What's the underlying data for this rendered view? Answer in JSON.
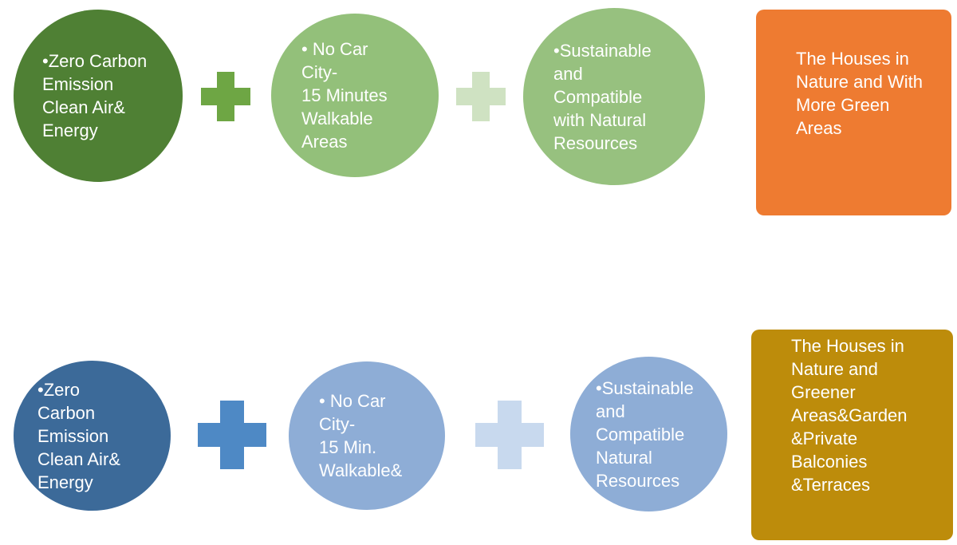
{
  "row1": {
    "circle1": {
      "lines": [
        "•Zero Carbon",
        "Emission",
        "Clean Air&",
        "Energy"
      ],
      "color": "#4f8034"
    },
    "circle2": {
      "lines": [
        "• No Car",
        "City-",
        "15 Minutes",
        "Walkable",
        "Areas"
      ],
      "color": "#93c07a"
    },
    "circle3": {
      "lines": [
        "•Sustainable",
        "and",
        "Compatible",
        "with Natural",
        "Resources"
      ],
      "color": "#97c17f"
    },
    "result": {
      "lines": [
        "The Houses  in",
        "Nature and With",
        "More Green",
        "Areas"
      ],
      "color": "#ee7b31"
    },
    "plus_colors": [
      "#6ea644",
      "#cfe2c2"
    ]
  },
  "row2": {
    "circle1": {
      "lines": [
        "•Zero",
        "Carbon",
        "Emission",
        "Clean Air&",
        "Energy"
      ],
      "color": "#3c6a99"
    },
    "circle2": {
      "lines": [
        "• No Car",
        "City-",
        "15 Min.",
        "Walkable&"
      ],
      "color": "#8eadd6"
    },
    "circle3": {
      "lines": [
        "•Sustainable",
        "and",
        "Compatible",
        "Natural",
        "Resources"
      ],
      "color": "#8eadd6"
    },
    "result": {
      "lines": [
        "The Houses  in",
        "Nature and",
        "Greener",
        "Areas&Garden",
        "&Private",
        "Balconies",
        "&Terraces"
      ],
      "color": "#bd8c0b"
    },
    "plus_colors": [
      "#4e89c5",
      "#c8d9ee"
    ]
  }
}
